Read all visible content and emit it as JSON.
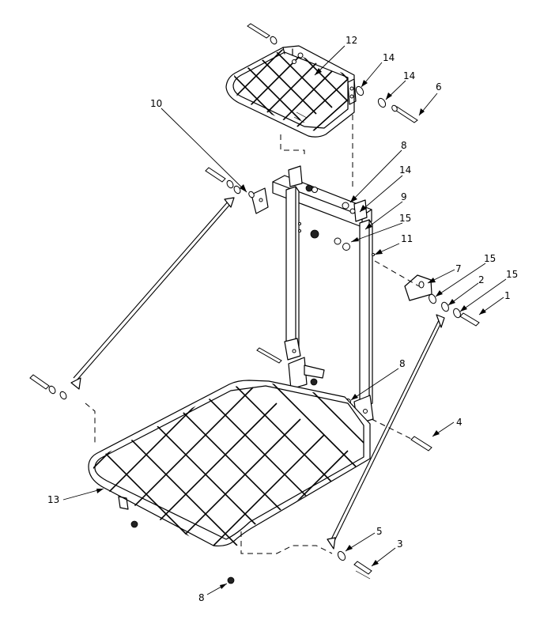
{
  "callouts": [
    {
      "id": "callout-12",
      "label": "12"
    },
    {
      "id": "callout-14a",
      "label": "14"
    },
    {
      "id": "callout-14b",
      "label": "14"
    },
    {
      "id": "callout-6",
      "label": "6"
    },
    {
      "id": "callout-10",
      "label": "10"
    },
    {
      "id": "callout-8a",
      "label": "8"
    },
    {
      "id": "callout-14c",
      "label": "14"
    },
    {
      "id": "callout-9",
      "label": "9"
    },
    {
      "id": "callout-15a",
      "label": "15"
    },
    {
      "id": "callout-11",
      "label": "11"
    },
    {
      "id": "callout-7",
      "label": "7"
    },
    {
      "id": "callout-15b",
      "label": "15"
    },
    {
      "id": "callout-2",
      "label": "2"
    },
    {
      "id": "callout-15c",
      "label": "15"
    },
    {
      "id": "callout-1",
      "label": "1"
    },
    {
      "id": "callout-8b",
      "label": "8"
    },
    {
      "id": "callout-4",
      "label": "4"
    },
    {
      "id": "callout-13",
      "label": "13"
    },
    {
      "id": "callout-5",
      "label": "5"
    },
    {
      "id": "callout-3",
      "label": "3"
    },
    {
      "id": "callout-8c",
      "label": "8"
    }
  ]
}
